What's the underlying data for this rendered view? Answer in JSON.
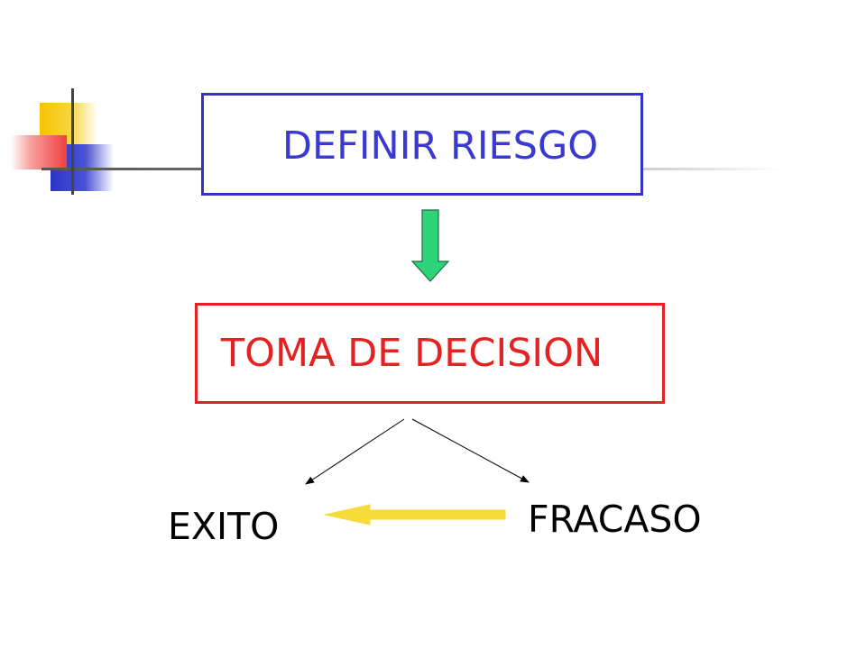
{
  "slide": {
    "step1": "DEFINIR RIESGO",
    "step2": "TOMA DE DECISION",
    "outcome_success": "EXITO",
    "outcome_failure": "FRACASO"
  },
  "colors": {
    "step1_border": "#3232c8",
    "step1_text": "#3a3ad0",
    "step2_border": "#e52222",
    "step2_text": "#e52222",
    "down_arrow_fill": "#2ed47a",
    "feedback_arrow_fill": "#f6dc3a"
  },
  "icons": {
    "down_arrow": "arrow-down-icon",
    "feedback_arrow": "arrow-left-icon"
  }
}
